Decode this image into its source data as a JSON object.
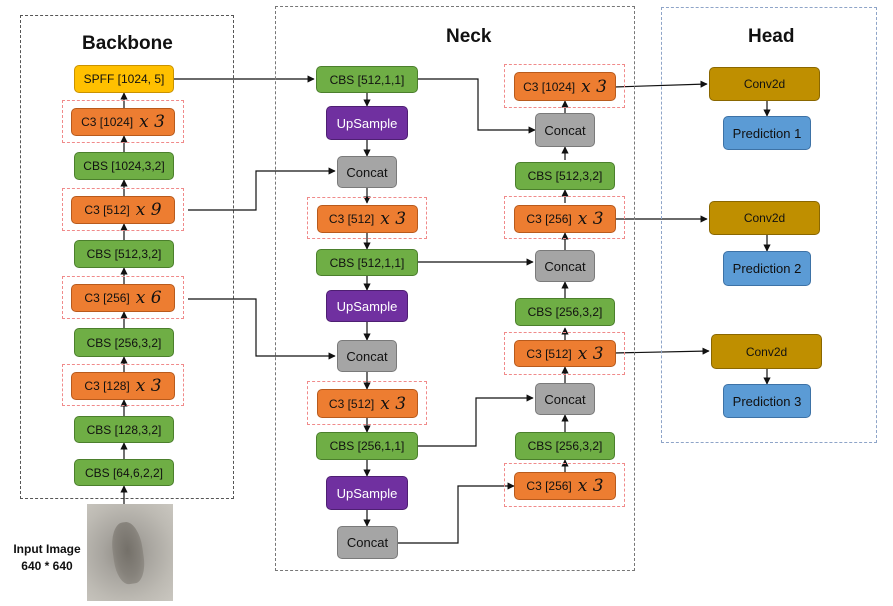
{
  "panels": {
    "backbone": "Backbone",
    "neck": "Neck",
    "head": "Head"
  },
  "input": {
    "label": "Input Image",
    "size": "640 * 640"
  },
  "backbone": {
    "b1": "CBS [64,6,2,2]",
    "b2": "CBS [128,3,2]",
    "b3": "C3 [128]",
    "b3_mult": "x 3",
    "b4": "CBS [256,3,2]",
    "b5": "C3 [256]",
    "b5_mult": "x 6",
    "b6": "CBS [512,3,2]",
    "b7": "C3 [512]",
    "b7_mult": "x 9",
    "b8": "CBS [1024,3,2]",
    "b9": "C3 [1024]",
    "b9_mult": "x 3",
    "b10": "SPFF [1024, 5]"
  },
  "neck": {
    "n1": "CBS [512,1,1]",
    "n2": "UpSample",
    "n3": "Concat",
    "n4": "C3 [512]",
    "n4_mult": "x 3",
    "n5": "CBS [512,1,1]",
    "n6": "UpSample",
    "n7": "Concat",
    "n8": "C3 [512]",
    "n8_mult": "x 3",
    "n9": "CBS [256,1,1]",
    "n10": "UpSample",
    "n11": "Concat",
    "r1": "C3 [256]",
    "r1_mult": "x 3",
    "r2": "CBS [256,3,2]",
    "r3": "Concat",
    "r4": "C3 [512]",
    "r4_mult": "x 3",
    "r5": "CBS [256,3,2]",
    "r6": "Concat",
    "r7": "C3 [256]",
    "r7_mult": "x 3",
    "r8": "CBS [512,3,2]",
    "r9": "Concat",
    "r10": "C3 [1024]",
    "r10_mult": "x 3"
  },
  "head": {
    "conv1": "Conv2d",
    "pred1": "Prediction 1",
    "conv2": "Conv2d",
    "pred2": "Prediction 2",
    "conv3": "Conv2d",
    "pred3": "Prediction 3"
  },
  "colors": {
    "cbs": "#6fae45",
    "c3": "#ed7d31",
    "spff": "#ffc000",
    "upsample": "#7030a0",
    "concat": "#a5a5a5",
    "conv2d": "#bf8f00",
    "prediction": "#5b9bd5",
    "group_outline": "#f08a8a"
  }
}
